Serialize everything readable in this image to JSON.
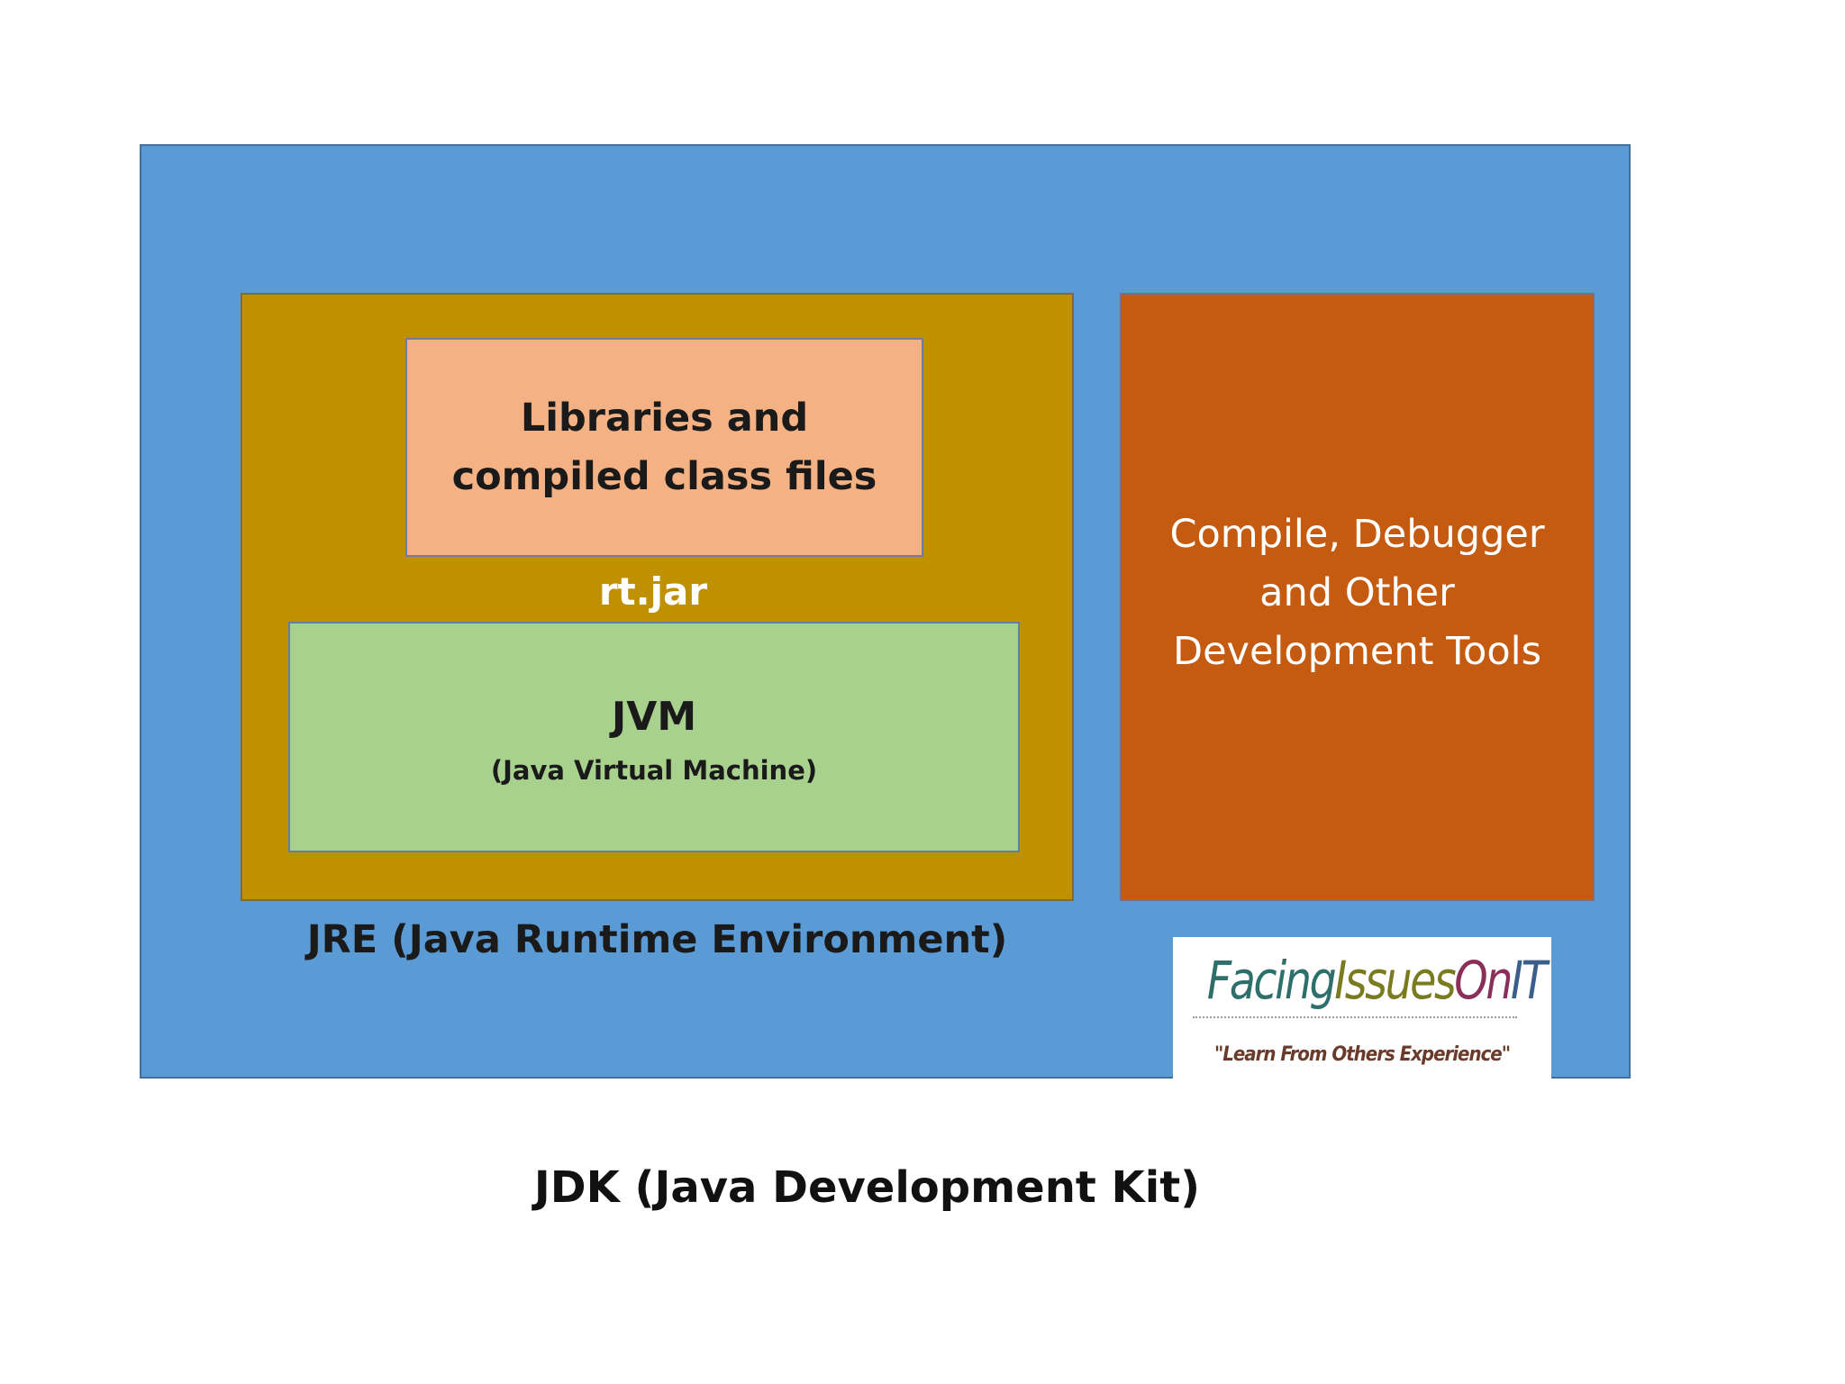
{
  "diagram": {
    "jdk": {
      "label": "JDK (Java Development Kit)"
    },
    "jre": {
      "label": "JRE (Java Runtime Environment)",
      "rt_jar": "rt.jar",
      "libraries": "Libraries and compiled class files",
      "jvm": {
        "title": "JVM",
        "subtitle": "(Java Virtual Machine)"
      }
    },
    "tools": {
      "label": "Compile, Debugger and Other Development Tools"
    },
    "logo": {
      "brand": "FacingIssuesOnIT",
      "tagline": "\"Learn From Others Experience\""
    }
  },
  "colors": {
    "jdk_fill": "#5b9bd5",
    "jre_fill": "#bf9000",
    "libraries_fill": "#f4b183",
    "jvm_fill": "#a9d18e",
    "tools_fill": "#c55a11"
  }
}
